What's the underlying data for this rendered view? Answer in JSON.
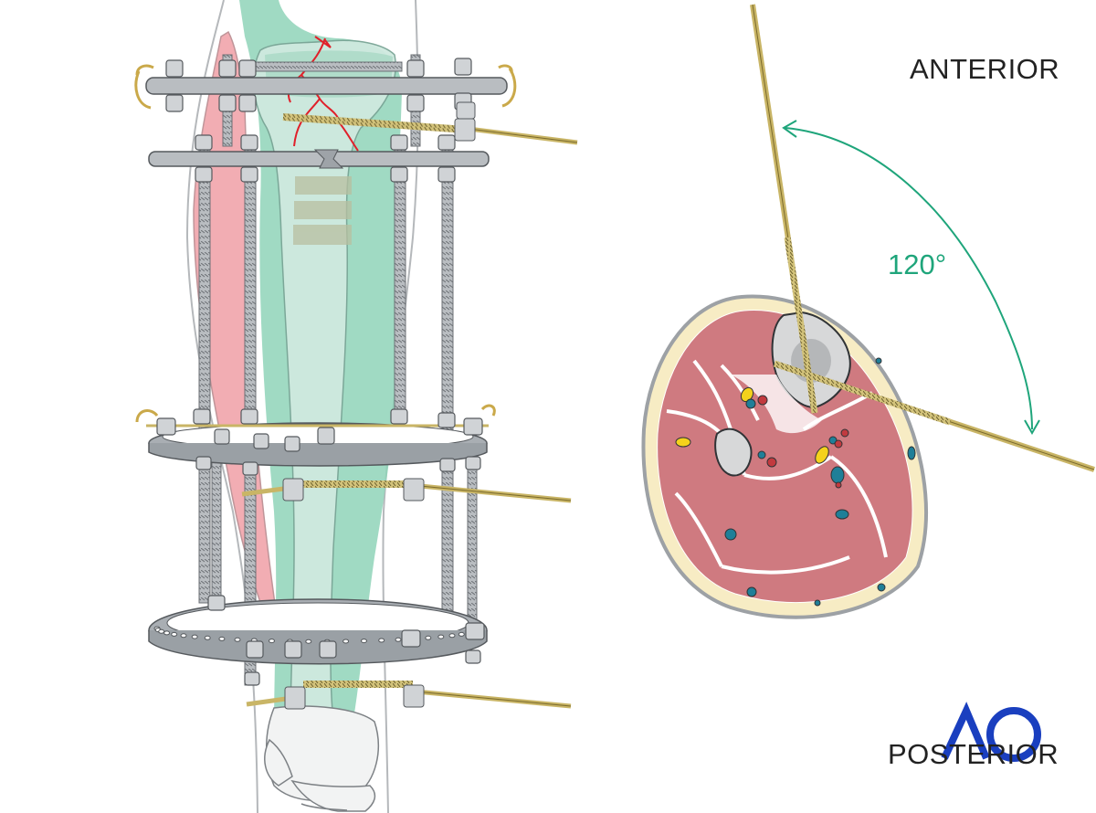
{
  "labels": {
    "anterior": "ANTERIOR",
    "posterior": "POSTERIOR",
    "angle": "120°"
  },
  "logo": {
    "text": "AO",
    "color": "#1a3fbf"
  },
  "colors": {
    "angle_arc": "#1fa57b",
    "muscle": "#cf7a80",
    "fracture": "#e0202a",
    "wire": "#c9b566",
    "frame_metal": "#a9aeb3",
    "bone_overlay": "#8fd3b9"
  },
  "annotations": {
    "angle_between_wires_deg": 120
  }
}
